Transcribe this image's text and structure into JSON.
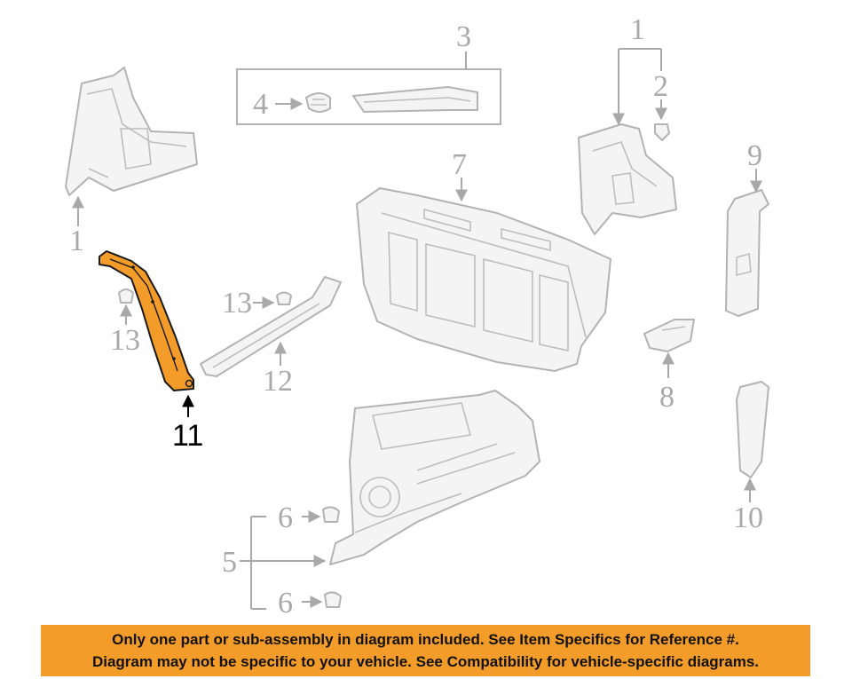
{
  "diagram": {
    "callouts": {
      "c1_left": "1",
      "c1_top": "1",
      "c2": "2",
      "c3": "3",
      "c4": "4",
      "c5": "5",
      "c6_top": "6",
      "c6_bottom": "6",
      "c7": "7",
      "c8": "8",
      "c9": "9",
      "c10": "10",
      "c11": "11",
      "c12": "12",
      "c13_left": "13",
      "c13_mid": "13"
    },
    "highlight_part": "11",
    "colors": {
      "highlight": "#f39c2a",
      "line_art": "#b3b3b3",
      "callout_text": "#a9a9a9",
      "banner_bg": "#f39c2a"
    }
  },
  "banner": {
    "line1": "Only one part or sub-assembly in diagram included. See Item Specifics for Reference #.",
    "line2": "Diagram may not be specific to your vehicle. See Compatibility for vehicle-specific diagrams."
  }
}
